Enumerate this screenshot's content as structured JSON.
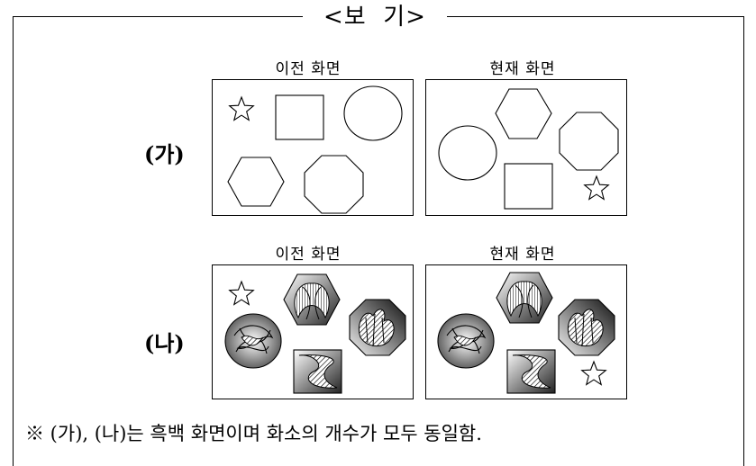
{
  "title": "<보  기>",
  "rows": [
    {
      "label": "(가)",
      "panels": [
        {
          "caption": "이전 화면"
        },
        {
          "caption": "현재 화면"
        }
      ]
    },
    {
      "label": "(나)",
      "panels": [
        {
          "caption": "이전 화면"
        },
        {
          "caption": "현재 화면"
        }
      ]
    }
  ],
  "note": "※ (가), (나)는 흑백 화면이며 화소의 개수가 모두 동일함."
}
